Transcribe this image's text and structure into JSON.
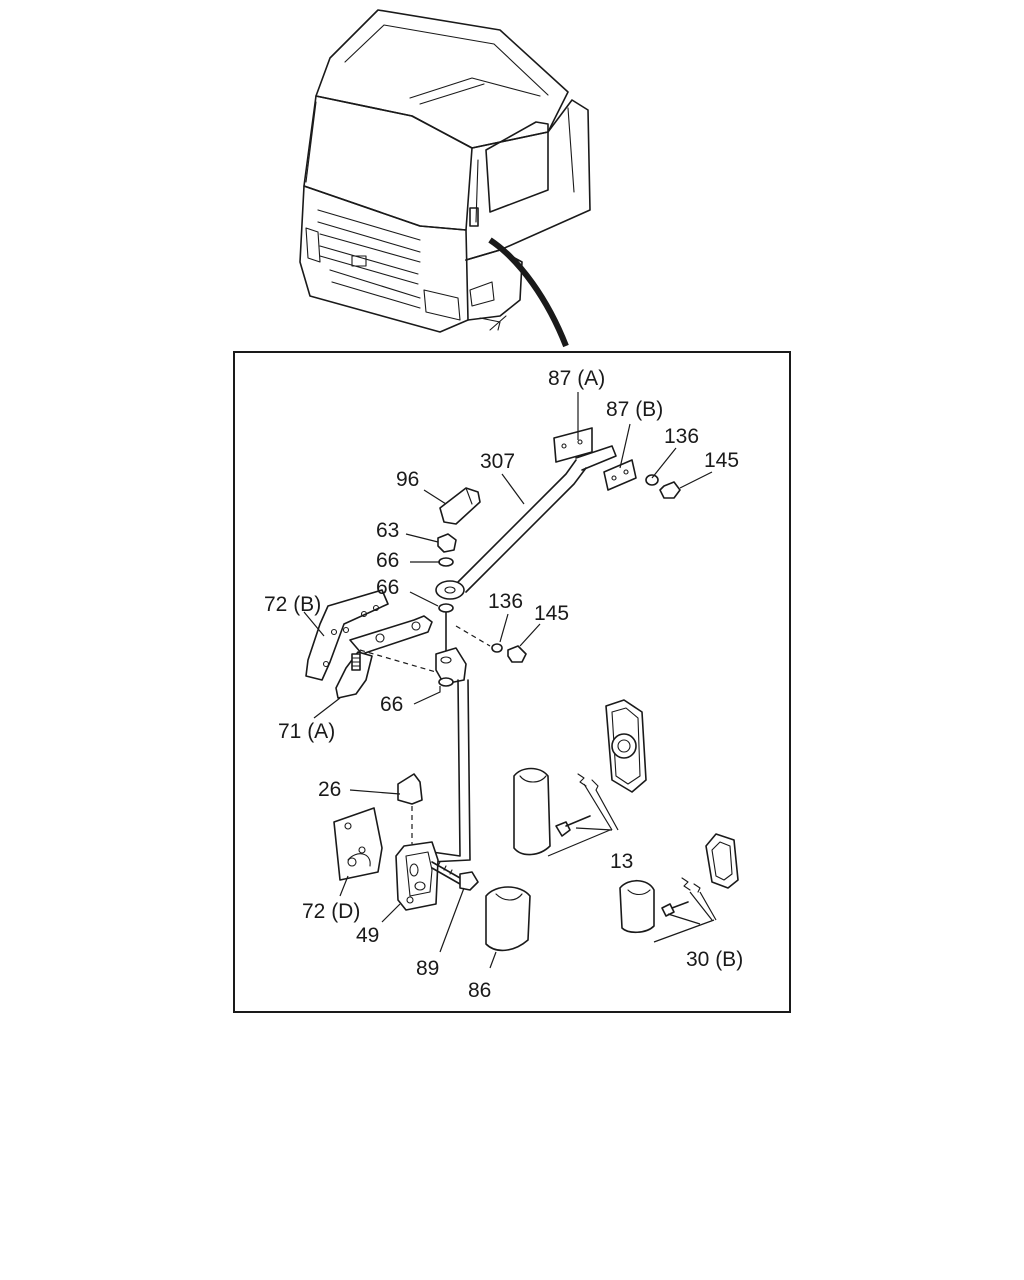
{
  "callouts": {
    "p87a": "87 (A)",
    "p87b": "87 (B)",
    "p136_top": "136",
    "p145_top": "145",
    "p307": "307",
    "p96": "96",
    "p63": "63",
    "p66_a": "66",
    "p66_b": "66",
    "p72b": "72 (B)",
    "p136_mid": "136",
    "p145_mid": "145",
    "p71a": "71 (A)",
    "p66_c": "66",
    "p26": "26",
    "p13": "13",
    "p72d": "72 (D)",
    "p49": "49",
    "p89": "89",
    "p86": "86",
    "p30b": "30 (B)"
  }
}
